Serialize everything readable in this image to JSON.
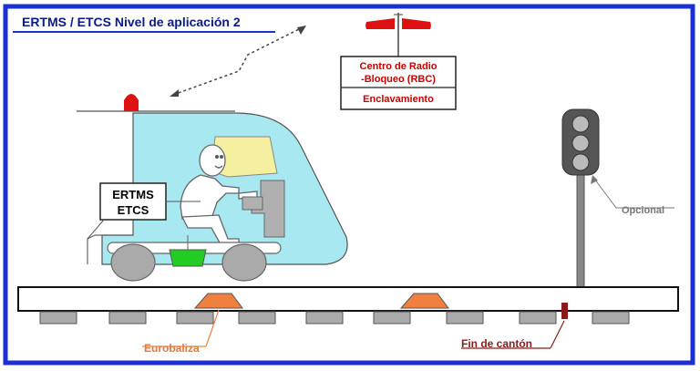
{
  "title": "ERTMS / ETCS  Nivel de aplicación 2",
  "rbc_box": {
    "line1": "Centro de Radio",
    "line2": "-Bloqueo (RBC)",
    "line3": "Enclavamiento"
  },
  "onboard_box": {
    "line1": "ERTMS",
    "line2": "ETCS"
  },
  "labels": {
    "opcional": "Opcional",
    "eurobaliza": "Eurobaliza",
    "fin_canton": "Fin de cantón"
  },
  "colors": {
    "frame": "#1a2fd6",
    "train_body": "#a8e8f0",
    "cab_window": "#f4f0a0",
    "balise": "#f08040",
    "rbc_text": "#cc0000",
    "beacon": "#dd1111",
    "eurobalise_label": "#e07a3a",
    "fin_canton_label": "#8b1a1a",
    "antenna_box": "#22cc22",
    "opcional_label": "#777777"
  },
  "icons": {
    "rbc_antenna": "radio-antenna-icon",
    "train_beacon": "beacon-light-icon",
    "signal": "signal-light-icon",
    "driver": "driver-figure-icon"
  }
}
